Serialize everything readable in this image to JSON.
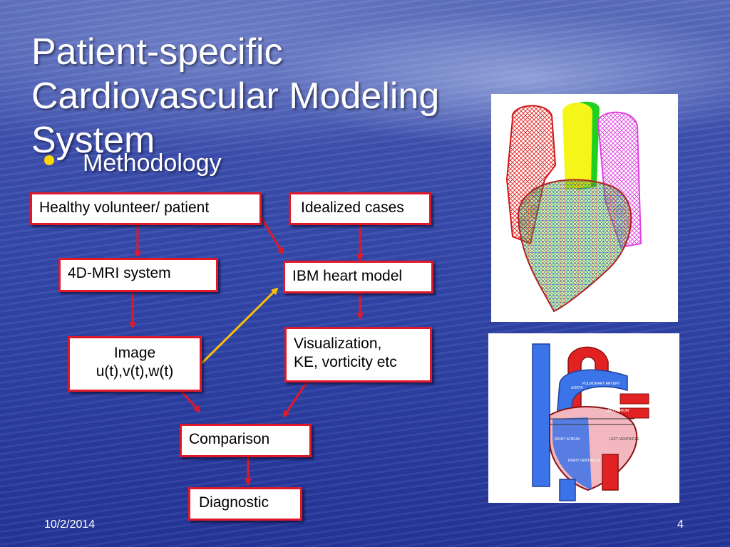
{
  "slide": {
    "title": "Patient-specific Cardiovascular Modeling System",
    "bullet": "Methodology",
    "footer_date": "10/2/2014",
    "page_number": "4"
  },
  "flowchart": {
    "boxes": {
      "healthy_volunteer": "Healthy volunteer/ patient",
      "idealized_cases": "Idealized cases",
      "mri_system": "4D-MRI system",
      "ibm_heart_model": "IBM heart model",
      "image_line1": "Image",
      "image_line2": "u(t),v(t),w(t)",
      "visualization_line1": "Visualization,",
      "visualization_line2": "KE, vorticity etc",
      "comparison": "Comparison",
      "diagnostic": "Diagnostic"
    },
    "colors": {
      "box_border": "#e0192a",
      "arrow_red": "#e0192a",
      "arrow_yellow": "#ffc000"
    }
  },
  "images": {
    "heart_mesh_icon": "heart-wireframe-model",
    "heart_anatomy_icon": "heart-anatomy-diagram",
    "anatomy_labels": {
      "aorta": "AORTA",
      "pulmonary_artery": "PULMONARY ARTERY",
      "left_atrium": "LEFT ATRIUM",
      "right_atrium": "RIGHT ATRIUM",
      "left_ventricle": "LEFT VENTRICLE",
      "right_ventricle": "RIGHT VENTRICLE"
    }
  }
}
